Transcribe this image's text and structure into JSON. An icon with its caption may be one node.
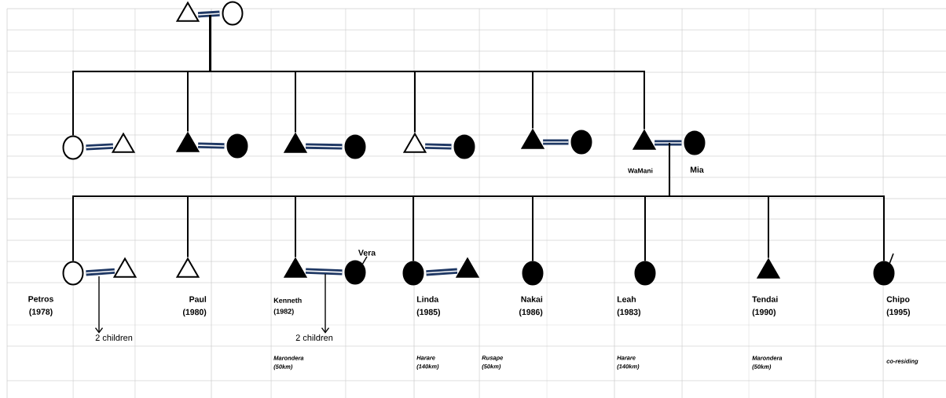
{
  "diagram": {
    "nodes": [
      {
        "text": [],
        "shape": "triangle"
      },
      {
        "text": [],
        "shape": "circle"
      },
      {
        "text": [],
        "shape": "circle"
      },
      {
        "text": [],
        "shape": "triangle"
      },
      {
        "text": [],
        "shape": "triangle"
      },
      {
        "text": [],
        "shape": "circle"
      },
      {
        "text": [],
        "shape": "triangle"
      },
      {
        "text": [],
        "shape": "circle"
      },
      {
        "text": [],
        "shape": "triangle"
      },
      {
        "text": [],
        "shape": "circle"
      },
      {
        "text": [],
        "shape": "triangle"
      },
      {
        "text": [],
        "shape": "circle"
      },
      {
        "text": [],
        "shape": "triangle",
        "beside": [
          "WaMani"
        ]
      },
      {
        "text": [],
        "shape": "circle",
        "beside": [
          "Mia"
        ]
      },
      {
        "text": [],
        "shape": "circle",
        "beside": [
          "Petros (1978)"
        ]
      },
      {
        "text": [],
        "shape": "triangle"
      },
      {
        "text": [],
        "shape": "triangle",
        "beside": [
          "Paul (1980)"
        ]
      },
      {
        "text": [],
        "shape": "triangle",
        "beside": [
          "Kenneth (1982)"
        ]
      },
      {
        "text": [],
        "shape": "circle"
      },
      {
        "text": [],
        "shape": "circle",
        "beside": [
          "Linda (1985)"
        ]
      },
      {
        "text": [],
        "shape": "triangle"
      },
      {
        "text": [],
        "shape": "circle",
        "beside": [
          "Nakai (1986)"
        ]
      },
      {
        "text": [],
        "shape": "circle",
        "beside": [
          "Leah (1983)"
        ]
      },
      {
        "text": [],
        "shape": "triangle",
        "beside": [
          "Tendai (1990)"
        ]
      },
      {
        "text": [],
        "shape": "circle",
        "beside": [
          "Chipo (1995)"
        ]
      },
      {
        "text": [
          "2 children"
        ]
      },
      {
        "text": [
          "2 children"
        ]
      },
      {
        "text": [
          "Vera"
        ]
      }
    ],
    "edges": [
      {
        "from": 0,
        "to": 1,
        "arrow": "none",
        "style": "thick",
        "color": "#1f3864"
      },
      {
        "from": 0,
        "to": 2,
        "arrow": "none"
      },
      {
        "from": 0,
        "to": 4,
        "arrow": "none"
      },
      {
        "from": 0,
        "to": 6,
        "arrow": "none"
      },
      {
        "from": 0,
        "to": 8,
        "arrow": "none"
      },
      {
        "from": 0,
        "to": 10,
        "arrow": "none"
      },
      {
        "from": 0,
        "to": 12,
        "arrow": "none"
      },
      {
        "from": 2,
        "to": 3,
        "arrow": "none",
        "style": "thick",
        "color": "#1f3864"
      },
      {
        "from": 4,
        "to": 5,
        "arrow": "none",
        "style": "thick",
        "color": "#1f3864"
      },
      {
        "from": 6,
        "to": 7,
        "arrow": "none",
        "style": "thick",
        "color": "#1f3864"
      },
      {
        "from": 8,
        "to": 9,
        "arrow": "none",
        "style": "thick",
        "color": "#1f3864"
      },
      {
        "from": 10,
        "to": 11,
        "arrow": "none",
        "style": "thick",
        "color": "#1f3864"
      },
      {
        "from": 12,
        "to": 13,
        "arrow": "none",
        "style": "thick",
        "color": "#1f3864"
      },
      {
        "from": 12,
        "to": 14,
        "arrow": "none"
      },
      {
        "from": 12,
        "to": 16,
        "arrow": "none"
      },
      {
        "from": 12,
        "to": 17,
        "arrow": "none"
      },
      {
        "from": 12,
        "to": 19,
        "arrow": "none"
      },
      {
        "from": 12,
        "to": 21,
        "arrow": "none"
      },
      {
        "from": 12,
        "to": 22,
        "arrow": "none"
      },
      {
        "from": 12,
        "to": 23,
        "arrow": "none"
      },
      {
        "from": 12,
        "to": 24,
        "arrow": "none"
      },
      {
        "from": 14,
        "to": 15,
        "arrow": "none",
        "style": "thick",
        "color": "#1f3864"
      },
      {
        "from": 17,
        "to": 18,
        "arrow": "none",
        "style": "thick",
        "color": "#1f3864"
      },
      {
        "from": 19,
        "to": 20,
        "arrow": "none",
        "style": "thick",
        "color": "#1f3864"
      },
      {
        "from": 14,
        "to": 25,
        "arrow": "to"
      },
      {
        "from": 17,
        "to": 26,
        "arrow": "to"
      },
      {
        "from": 27,
        "to": 18,
        "arrow": "none"
      }
    ],
    "labels": [
      "Marondera (50km)",
      "Harare (140km)",
      "Rusape (50km)",
      "Harare (140km)",
      "Marondera (50km)",
      "co-residing"
    ]
  }
}
